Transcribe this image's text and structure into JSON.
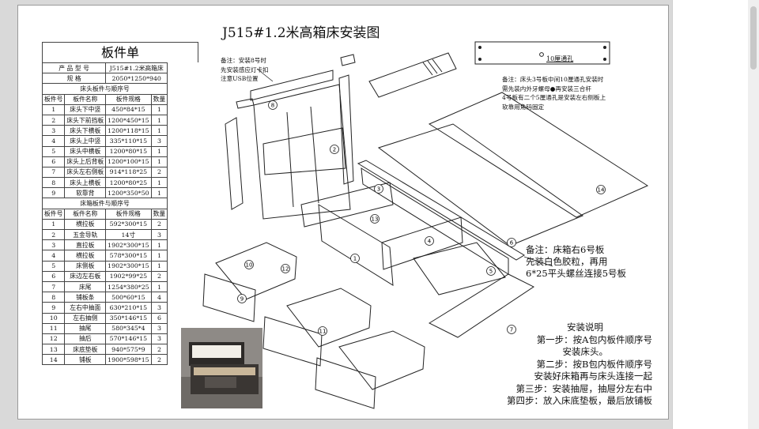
{
  "title": "J515#1.2米高箱床安装图",
  "parts_header": "板件单",
  "product": {
    "model_label": "产 品 型 号",
    "model_value": "J515#1.2米高箱床",
    "spec_label": "规    格",
    "spec_value": "2050*1250*940"
  },
  "headboard_section": "床头板件与顺序号",
  "box_section": "床箱板件与顺序号",
  "columns": [
    "板件号",
    "板件名称",
    "板件规格",
    "数量"
  ],
  "headboard_rows": [
    [
      "1",
      "床头下中竖",
      "450*84*15",
      "1"
    ],
    [
      "2",
      "床头下前挡板",
      "1200*450*15",
      "1"
    ],
    [
      "3",
      "床头下横板",
      "1200*118*15",
      "1"
    ],
    [
      "4",
      "床头上中竖",
      "335*110*15",
      "3"
    ],
    [
      "5",
      "床头中横板",
      "1200*80*15",
      "1"
    ],
    [
      "6",
      "床头上后背板",
      "1200*100*15",
      "1"
    ],
    [
      "7",
      "床头左右侧板",
      "914*118*25",
      "2"
    ],
    [
      "8",
      "床头上横板",
      "1200*80*25",
      "1"
    ],
    [
      "9",
      "软靠背",
      "1200*350*50",
      "1"
    ]
  ],
  "box_rows": [
    [
      "1",
      "横拉板",
      "592*300*15",
      "2"
    ],
    [
      "2",
      "五金导轨",
      "14寸",
      "3"
    ],
    [
      "3",
      "直拉板",
      "1902*300*15",
      "1"
    ],
    [
      "4",
      "横拉板",
      "578*300*15",
      "1"
    ],
    [
      "5",
      "床侧板",
      "1902*300*15",
      "1"
    ],
    [
      "6",
      "床边左右板",
      "1902*99*25",
      "2"
    ],
    [
      "7",
      "床尾",
      "1254*380*25",
      "1"
    ],
    [
      "8",
      "铺板条",
      "500*60*15",
      "4"
    ],
    [
      "9",
      "左右中抽面",
      "630*210*15",
      "3"
    ],
    [
      "10",
      "左右抽侧",
      "350*146*15",
      "6"
    ],
    [
      "11",
      "抽尾",
      "580*345*4",
      "3"
    ],
    [
      "12",
      "抽后",
      "570*146*15",
      "3"
    ],
    [
      "13",
      "床底垫板",
      "940*575*9",
      "2"
    ],
    [
      "14",
      "铺板",
      "1900*598*15",
      "2"
    ]
  ],
  "note_usb": "备注：安装8号时\n先安装感应灯卡扣\n注意USB位置",
  "hole_label": "10厘通孔",
  "note_board3": "备注：床头3号板中间10厘通孔安装时\n需先装内外牙螺母●再安装三合杆\n4号板有二个5厘通孔是安装左右侧板上\n软靠用角码固定",
  "note_box6": "备注：床箱右6号板\n先装白色胶粒，再用\n6*25平头螺丝连接5号板",
  "install": {
    "heading": "安装说明",
    "steps": [
      "第一步：按A包内板件顺序号",
      "安装床头。",
      "第二步：按B包内板件顺序号",
      "安装好床箱再与床头连接一起",
      "第三步：安装抽屉，抽屉分左右中",
      "第四步：放入床底垫板，最后放铺板"
    ]
  },
  "callouts": [
    "1",
    "2",
    "3",
    "4",
    "5",
    "6",
    "7",
    "8",
    "9",
    "10",
    "11",
    "12",
    "13",
    "14"
  ]
}
